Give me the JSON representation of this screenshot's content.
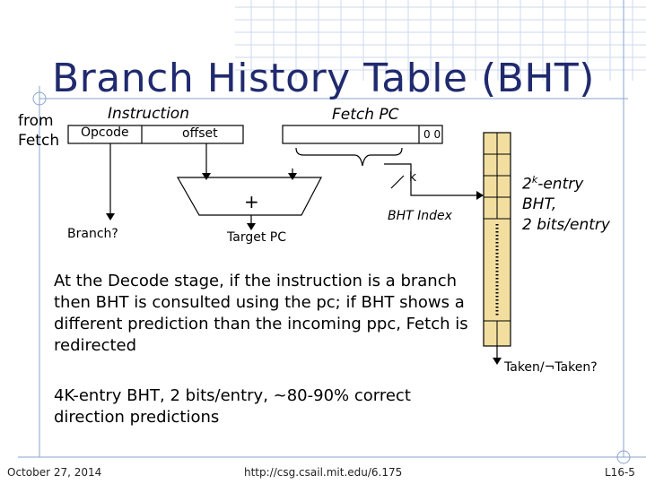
{
  "slide": {
    "title": "Branch History Table (BHT)",
    "from_fetch_line1": "from",
    "from_fetch_line2": "Fetch",
    "instruction_label": "Instruction",
    "opcode_label": "Opcode",
    "offset_label": "offset",
    "fetch_pc_label": "Fetch PC",
    "zero_bits": "0 0",
    "k_label": "k",
    "plus_label": "+",
    "branch_label": "Branch?",
    "target_pc_label": "Target PC",
    "bht_index_label": "BHT Index",
    "entry_line1_base": "2",
    "entry_line1_sup": "k",
    "entry_line1_rest": "-entry",
    "entry_line2": "BHT,",
    "entry_line3": "2 bits/entry",
    "para1": "At the Decode stage, if the instruction is a branch then BHT is consulted using the pc; if BHT shows a different prediction than the incoming ppc, Fetch is redirected",
    "taken_label": "Taken/¬Taken?",
    "para2": "4K-entry BHT, 2 bits/entry, ~80-90% correct direction predictions"
  },
  "footer": {
    "date": "October 27, 2014",
    "url": "http://csg.csail.mit.edu/6.175",
    "slide_number": "L16-5"
  },
  "colors": {
    "title": "#202a6e",
    "table_fill": "#f2dfa0",
    "grid_line": "#c9d6ea",
    "accent_line": "#8aa3cc"
  }
}
